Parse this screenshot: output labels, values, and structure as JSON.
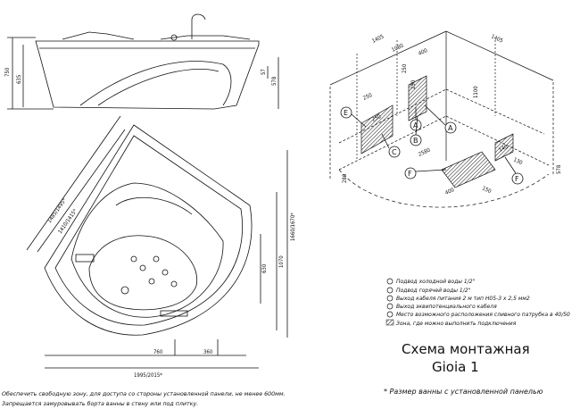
{
  "side_view": {
    "dims": [
      "750",
      "635",
      "57",
      "578"
    ]
  },
  "top_view": {
    "diag_outer": "1485/1495*",
    "diag_inner": "1410/1415*",
    "side_right_outer": "1660/1670*",
    "side_right_inner": "1070",
    "depth": "630",
    "bottom_a": "760",
    "bottom_b": "360",
    "bottom_total": "1995/2015*"
  },
  "iso_view": {
    "dims": [
      "1405",
      "1080",
      "400",
      "1405",
      "250",
      "250",
      "250",
      "250",
      "1100",
      "280",
      "578",
      "2580",
      "400",
      "150",
      "140",
      "130"
    ],
    "callouts": [
      "E",
      "C",
      "A",
      "B",
      "A",
      "F",
      "F"
    ]
  },
  "legend": {
    "items": [
      {
        "mark": "A",
        "text": "Подвод холодной воды 1/2\""
      },
      {
        "mark": "B",
        "text": "Подвод горячей воды 1/2\""
      },
      {
        "mark": "C",
        "text": "Выход кабеля питания 2 м тип Н05-3 х 2,5 мм2"
      },
      {
        "mark": "E",
        "text": "Выход эквипотенциального кабеля"
      },
      {
        "mark": "F",
        "text": "Место возможного расположения сливного патрубка в 40/50"
      },
      {
        "mark": "",
        "text": "Зона, где можно выполнить подключения"
      }
    ]
  },
  "title": {
    "line1": "Схема монтажная",
    "line2": "Gioia 1"
  },
  "footnote": "* Размер ванны с установленной панелью",
  "notes": {
    "line1": "Обеспечить свободную зону, для доступа со стороны установленной панели, не менее 600мм.",
    "line2": "Запрещается замуровывать борта ванны в стену или под плитку."
  }
}
